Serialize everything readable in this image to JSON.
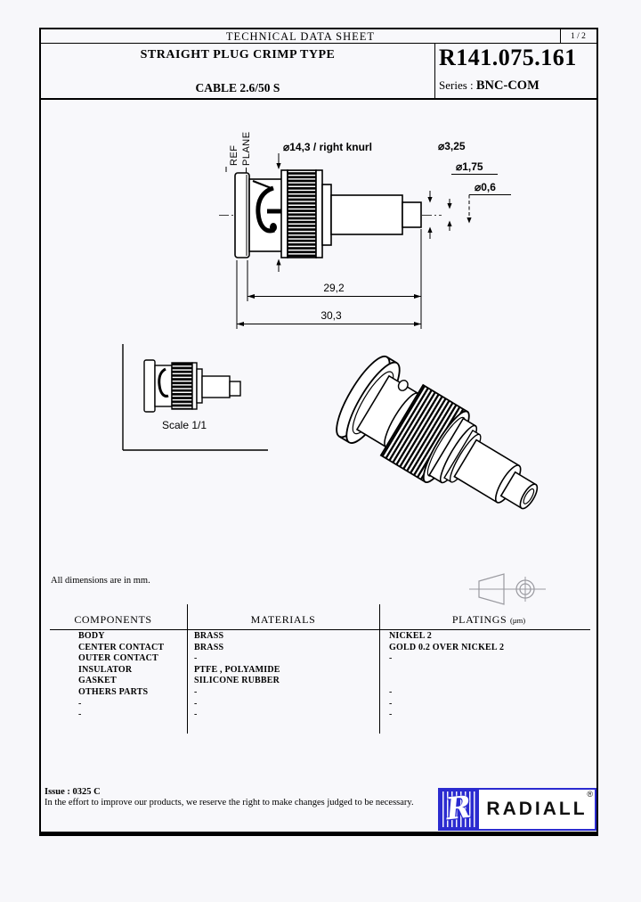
{
  "header": {
    "title": "TECHNICAL DATA SHEET",
    "page_number": "1 / 2"
  },
  "title_block": {
    "product_line1": "STRAIGHT PLUG CRIMP TYPE",
    "product_line2": "CABLE 2.6/50 S",
    "part_number": "R141.075.161",
    "series_label": "Series :",
    "series_value": "BNC-COM"
  },
  "drawing": {
    "ref_plane_line1": "REF",
    "ref_plane_line2": "PLANE",
    "dim_knurl_od": "⌀14,3 / right knurl",
    "dim_ferrule_od": "⌀3,25",
    "dim_contact_od": "⌀1,75",
    "dim_bore": "⌀0,6",
    "dim_length_inner": "29,2",
    "dim_length_total": "30,3",
    "scale_label": "Scale 1/1",
    "units_note": "All dimensions are in mm."
  },
  "table": {
    "headers": [
      "COMPONENTS",
      "MATERIALS",
      "PLATINGS"
    ],
    "platings_unit": "(µm)",
    "rows": [
      {
        "component": "BODY",
        "material": "BRASS",
        "plating": "NICKEL 2"
      },
      {
        "component": "CENTER CONTACT",
        "material": "BRASS",
        "plating": "GOLD 0.2 OVER NICKEL 2"
      },
      {
        "component": "OUTER CONTACT",
        "material": "-",
        "plating": "-"
      },
      {
        "component": "INSULATOR",
        "material": "PTFE , POLYAMIDE",
        "plating": ""
      },
      {
        "component": "GASKET",
        "material": "SILICONE RUBBER",
        "plating": ""
      },
      {
        "component": "OTHERS PARTS",
        "material": "-",
        "plating": "-"
      },
      {
        "component": "-",
        "material": "-",
        "plating": "-"
      },
      {
        "component": "-",
        "material": "-",
        "plating": "-"
      }
    ]
  },
  "footer": {
    "issue": "Issue : 0325 C",
    "disclaimer": "In the effort to improve our products, we reserve the right to make changes judged to be necessary.",
    "brand": "RADIALL",
    "registered": "®",
    "emblem_letter": "R",
    "brand_color": "#2b2bd0"
  }
}
